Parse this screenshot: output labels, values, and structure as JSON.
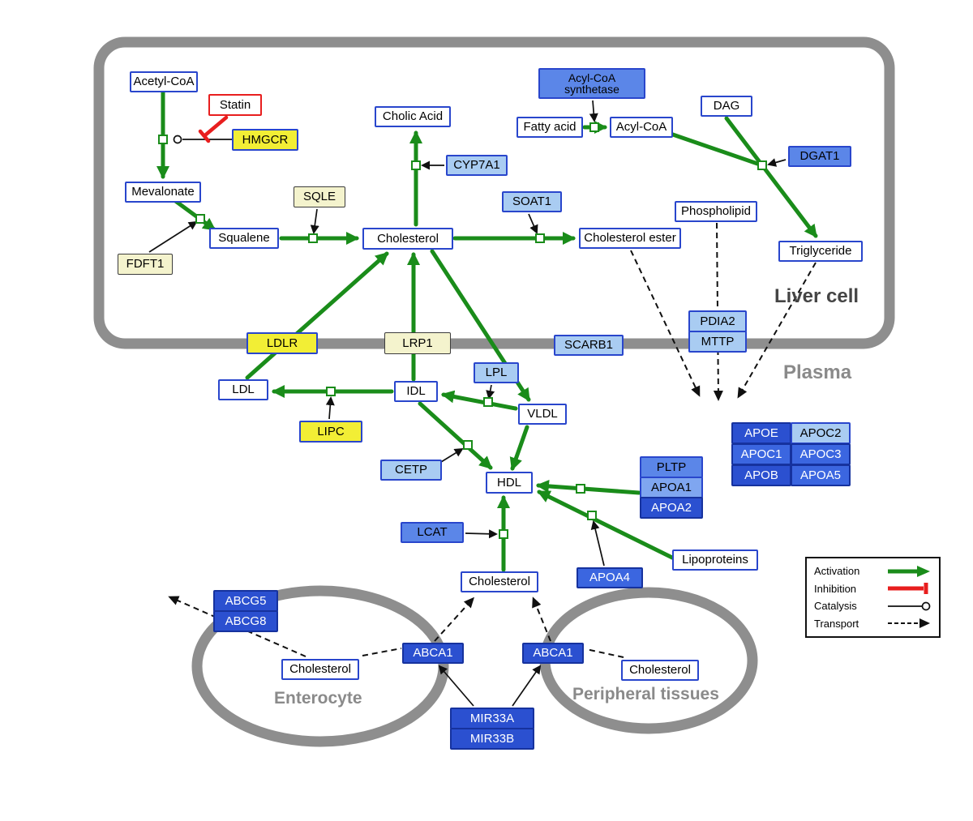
{
  "compartments": {
    "liver": "Liver cell",
    "plasma": "Plasma",
    "enterocyte": "Enterocyte",
    "peripheral": "Peripheral tissues"
  },
  "nodes": {
    "acetyl_coa": "Acetyl-CoA",
    "statin": "Statin",
    "hmgcr": "HMGCR",
    "mevalonate": "Mevalonate",
    "sqle": "SQLE",
    "fdft1": "FDFT1",
    "squalene": "Squalene",
    "cholesterol_liver": "Cholesterol",
    "cholic_acid": "Cholic Acid",
    "cyp7a1": "CYP7A1",
    "soat1": "SOAT1",
    "cholesterol_ester": "Cholesterol ester",
    "acyl_coa_synthetase": "Acyl-CoA synthetase",
    "fatty_acid": "Fatty acid",
    "acyl_coa": "Acyl-CoA",
    "dag": "DAG",
    "dgat1": "DGAT1",
    "phospholipid": "Phospholipid",
    "triglyceride": "Triglyceride",
    "ldlr": "LDLR",
    "lrp1": "LRP1",
    "scarb1": "SCARB1",
    "pdia2": "PDIA2",
    "mttp": "MTTP",
    "ldl": "LDL",
    "idl": "IDL",
    "lpl": "LPL",
    "vldl": "VLDL",
    "lipc": "LIPC",
    "cetp": "CETP",
    "hdl": "HDL",
    "lcat": "LCAT",
    "pltp": "PLTP",
    "apoa1": "APOA1",
    "apoa2": "APOA2",
    "apoa4": "APOA4",
    "lipoproteins": "Lipoproteins",
    "apoe": "APOE",
    "apoc2": "APOC2",
    "apoc1": "APOC1",
    "apoc3": "APOC3",
    "apob": "APOB",
    "apoa5": "APOA5",
    "cholesterol_plasma": "Cholesterol",
    "abcg5": "ABCG5",
    "abcg8": "ABCG8",
    "cholesterol_enterocyte": "Cholesterol",
    "abca1_enterocyte": "ABCA1",
    "abca1_peripheral": "ABCA1",
    "cholesterol_peripheral": "Cholesterol",
    "mir33a": "MIR33A",
    "mir33b": "MIR33B"
  },
  "legend": {
    "activation": "Activation",
    "inhibition": "Inhibition",
    "catalysis": "Catalysis",
    "transport": "Transport"
  },
  "colors": {
    "activation_green": "#1a8c1a",
    "inhibition_red": "#e81e1e",
    "membrane_gray": "#8e8e8e",
    "border_blue": "#2946cc",
    "yellow_bright": "#f2ee35",
    "yellow_pale": "#f4f3cd",
    "blue_light": "#a9ccf2",
    "blue_medium": "#5b86e8",
    "blue_medium_light": "#7fa6f0",
    "blue_medium_dark": "#3b66e0",
    "blue_dark": "#2b50d0",
    "edge_black": "#101010"
  }
}
